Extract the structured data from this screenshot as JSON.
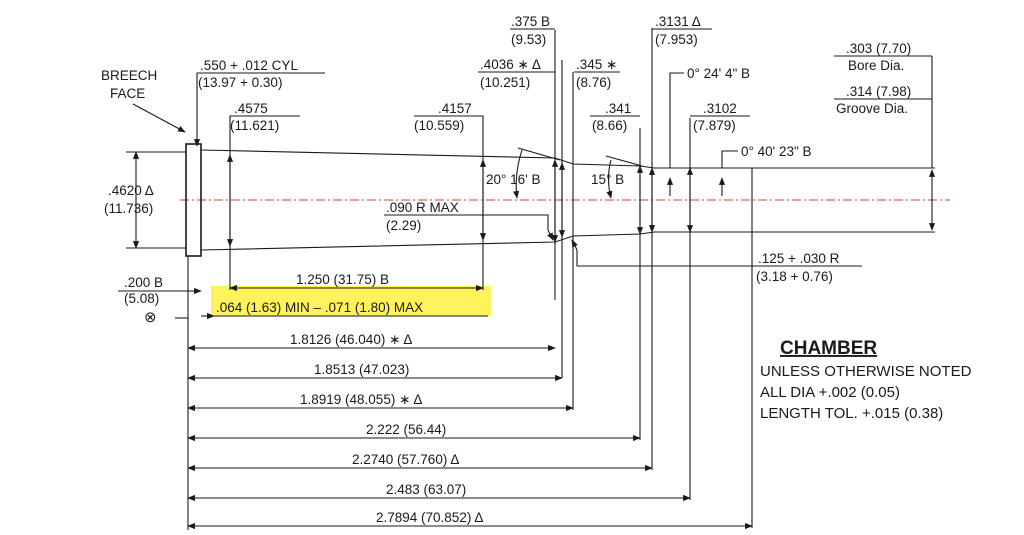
{
  "labels": {
    "breech_face_1": "BREECH",
    "breech_face_2": "FACE",
    "cyl_top": ".550 + .012 CYL",
    "cyl_bot": "(13.97 + 0.30)",
    "d4575_top": ".4575",
    "d4575_bot": "(11.621)",
    "d4157_top": ".4157",
    "d4157_bot": "(10.559)",
    "d375_top": ".375 B",
    "d375_bot": "(9.53)",
    "d4036_top": ".4036 ∗ Δ",
    "d4036_bot": "(10.251)",
    "d345_top": ".345 ∗",
    "d345_bot": "(8.76)",
    "d341_top": ".341",
    "d341_bot": "(8.66)",
    "d3131_top": ".3131 Δ",
    "d3131_bot": "(7.953)",
    "d3102_top": ".3102",
    "d3102_bot": "(7.879)",
    "angle_24": "0° 24' 4\" B",
    "angle_40": "0° 40' 23\" B",
    "bore_top": ".303 (7.70)",
    "bore_bot": "Bore Dia.",
    "groove_top": ".314 (7.98)",
    "groove_bot": "Groove Dia.",
    "d4620_top": ".4620 Δ",
    "d4620_bot": "(11.736)",
    "angle_20": "20° 16' B",
    "angle_15": "15° B",
    "r090_top": ".090 R MAX",
    "r090_bot": "(2.29)",
    "r125_top": ".125 + .030 R",
    "r125_bot": "(3.18 + 0.76)",
    "d200_top": ".200 B",
    "d200_bot": "(5.08)",
    "symbol_x": "⊗",
    "dim_1250": "1.250 (31.75) B",
    "dim_064": ".064 (1.63) MIN – .071 (1.80) MAX",
    "dim_18126": "1.8126 (46.040) ∗ Δ",
    "dim_18513": "1.8513 (47.023)",
    "dim_18919": "1.8919 (48.055) ∗ Δ",
    "dim_2222": "2.222 (56.44)",
    "dim_22740": "2.2740 (57.760) Δ",
    "dim_2483": "2.483 (63.07)",
    "dim_27894": "2.7894 (70.852) Δ"
  },
  "notes": {
    "title": "CHAMBER",
    "line1": "UNLESS OTHERWISE NOTED",
    "line2": "ALL DIA +.002 (0.05)",
    "line3": "LENGTH TOL. +.015 (0.38)"
  },
  "colors": {
    "highlight": "#fff35c",
    "centerline": "#d83a3a",
    "ink": "#1a1a1a"
  }
}
